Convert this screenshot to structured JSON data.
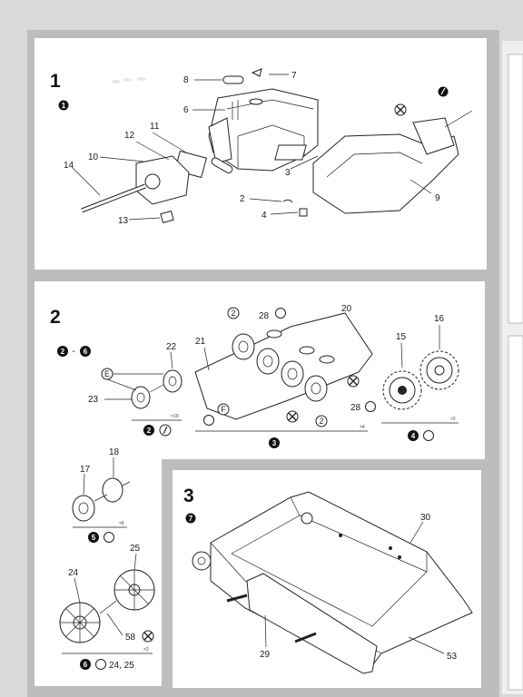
{
  "steps": [
    {
      "number": "1",
      "sub": "1",
      "callouts": [
        {
          "text": "8"
        },
        {
          "text": "7"
        },
        {
          "text": "6"
        },
        {
          "text": "11"
        },
        {
          "text": "12"
        },
        {
          "text": "10"
        },
        {
          "text": "14"
        },
        {
          "text": "13"
        },
        {
          "text": "3"
        },
        {
          "text": "2"
        },
        {
          "text": "4"
        },
        {
          "text": "9"
        }
      ]
    },
    {
      "number": "2",
      "callouts": [
        {
          "text": "2"
        },
        {
          "text": "28"
        },
        {
          "text": "20"
        },
        {
          "text": "21"
        },
        {
          "text": "22"
        },
        {
          "text": "23"
        },
        {
          "text": "E"
        },
        {
          "text": "F"
        },
        {
          "text": "2"
        },
        {
          "text": "28"
        },
        {
          "text": "15"
        },
        {
          "text": "16"
        },
        {
          "text": "17"
        },
        {
          "text": "18"
        },
        {
          "text": "25"
        },
        {
          "text": "24"
        },
        {
          "text": "58"
        }
      ],
      "badges": [
        {
          "text": "2"
        },
        {
          "text": "6"
        },
        {
          "text": "2"
        },
        {
          "text": "3"
        },
        {
          "text": "4"
        },
        {
          "text": "5"
        },
        {
          "text": "6"
        }
      ],
      "badge_captions": [
        {
          "text": "24, 25"
        }
      ],
      "multipliers": [
        {
          "text": "×10"
        },
        {
          "text": "×4"
        },
        {
          "text": "×2"
        },
        {
          "text": "×6"
        },
        {
          "text": "×2"
        }
      ]
    },
    {
      "number": "3",
      "sub": "7",
      "callouts": [
        {
          "text": "30"
        },
        {
          "text": "29"
        },
        {
          "text": "53"
        }
      ]
    }
  ],
  "colors": {
    "frame": "#bdbdc0",
    "panel": "#ffffff",
    "ink": "#1a1a1a",
    "background": "#d4d4d6"
  },
  "icons": [
    "glue-icon",
    "no-glue-icon",
    "paint-icon"
  ]
}
